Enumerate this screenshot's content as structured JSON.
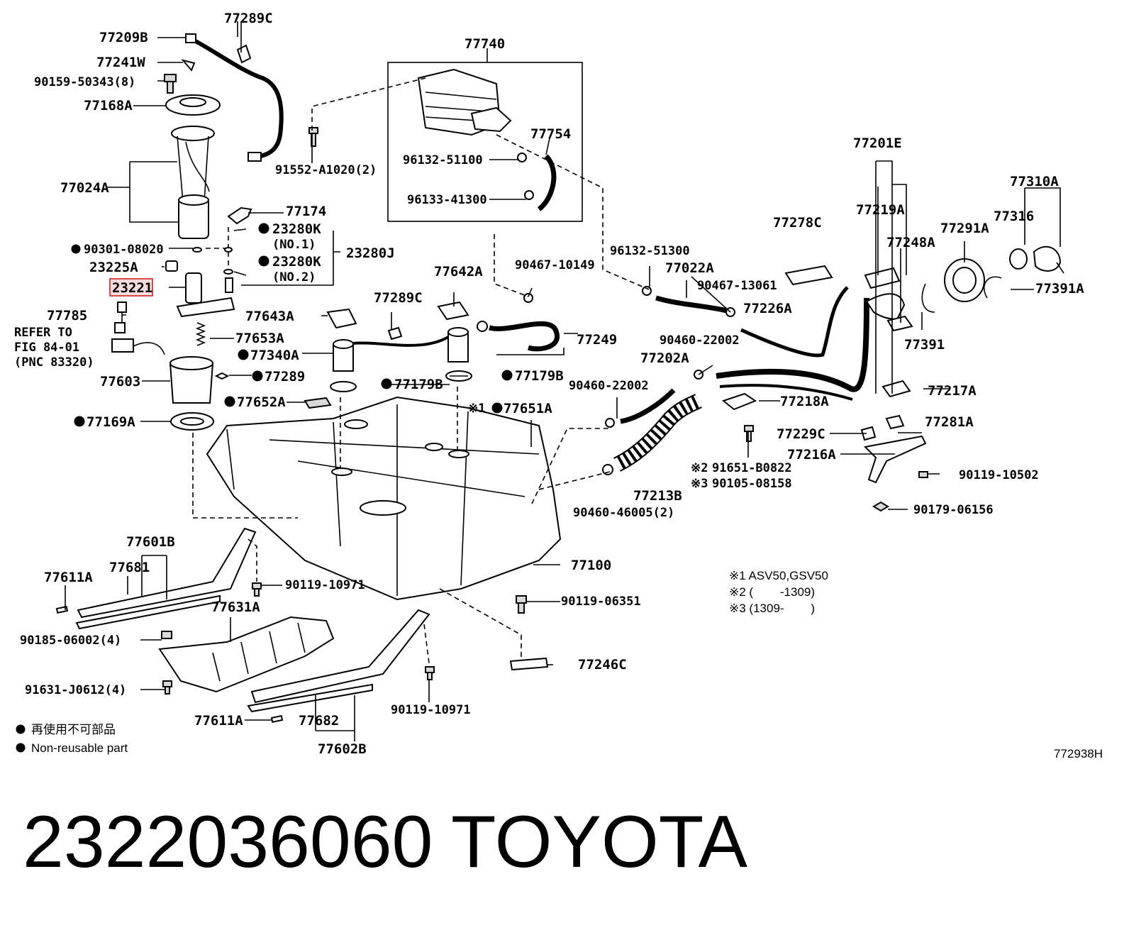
{
  "labels": {
    "p77289c_top": "77289C",
    "p77209b": "77209B",
    "p77241w": "77241W",
    "p90159": "90159-50343(8)",
    "p77168a": "77168A",
    "p77024a": "77024A",
    "p77174": "77174",
    "p23280k_1": "23280K",
    "no1": "(NO.1)",
    "p90301": "90301-08020",
    "p23280j": "23280J",
    "p23280k_2": "23280K",
    "no2": "(NO.2)",
    "p23225a": "23225A",
    "p23221": "23221",
    "p77785": "77785",
    "refer1": "REFER TO",
    "refer2": "FIG 84-01",
    "refer3": "(PNC 83320)",
    "p77653a": "77653A",
    "p77340a": "77340A",
    "p77289": "77289",
    "p77603": "77603",
    "p77652a": "77652A",
    "p77169a": "77169A",
    "p77740": "77740",
    "p77754": "77754",
    "p96132_51100": "96132-51100",
    "p96133": "96133-41300",
    "p91552": "91552-A1020(2)",
    "p77642a": "77642A",
    "p77289c_mid": "77289C",
    "p77643a": "77643A",
    "p90467_10149": "90467-10149",
    "p77249": "77249",
    "p77179b_l": "77179B",
    "p77179b_r": "77179B",
    "p77651a": "77651A",
    "p96132_51300": "96132-51300",
    "p77022a": "77022A",
    "p90467_13061": "90467-13061",
    "p77226a": "77226A",
    "p90460_22002_r": "90460-22002",
    "p77202a": "77202A",
    "p90460_22002_l": "90460-22002",
    "p77218a": "77218A",
    "p77213b": "77213B",
    "p90460_46005": "90460-46005(2)",
    "p91651": "91651-B0822",
    "p90105": "90105-08158",
    "p77278c": "77278C",
    "p77201e": "77201E",
    "p77219a": "77219A",
    "p77248a": "77248A",
    "p77291a": "77291A",
    "p77310a": "77310A",
    "p77316": "77316",
    "p77391a": "77391A",
    "p77391": "77391",
    "p77217a": "77217A",
    "p77229c": "77229C",
    "p77281a": "77281A",
    "p77216a": "77216A",
    "p90119_10502": "90119-10502",
    "p90179": "90179-06156",
    "p77601b": "77601B",
    "p77681": "77681",
    "p77611a_l": "77611A",
    "p90119_10971_l": "90119-10971",
    "p77100": "77100",
    "p90119_06351": "90119-06351",
    "p77631a": "77631A",
    "p90185": "90185-06002(4)",
    "p91631": "91631-J0612(4)",
    "p77246c": "77246C",
    "p77611a_b": "77611A",
    "p77682": "77682",
    "p77602b": "77602B",
    "p90119_10971_b": "90119-10971"
  },
  "marks": {
    "ref1": "※1",
    "ref2": "※2",
    "ref3": "※3"
  },
  "notes": {
    "n1": "※1 ASV50,GSV50",
    "n2": "※2 (        -1309)",
    "n3": "※3 (1309-        )"
  },
  "legend": {
    "jp": "再使用不可部品",
    "en": "Non-reusable part"
  },
  "diagram_id": "772938H",
  "footer": {
    "part_number": "2322036060",
    "brand": "TOYOTA"
  }
}
